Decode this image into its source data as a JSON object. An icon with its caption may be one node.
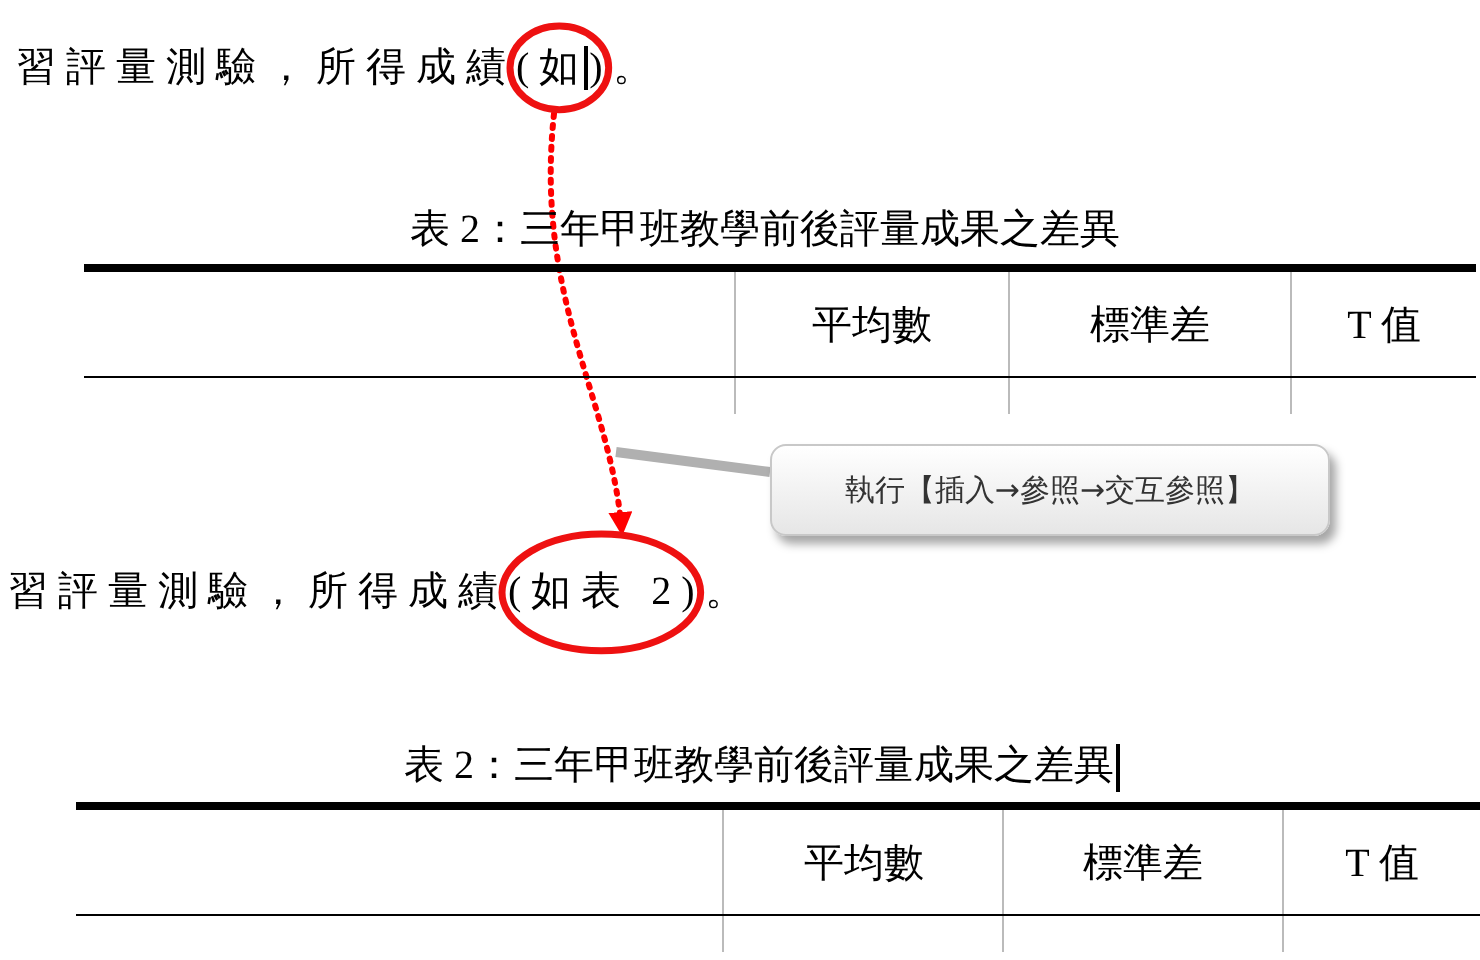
{
  "diagram": {
    "nodes": [
      {
        "text": [],
        "shape": "circle"
      },
      {
        "text": [
          "執行【插入→參照→交互參照】"
        ]
      },
      {
        "text": [],
        "shape": "circle"
      }
    ],
    "edges": [
      {
        "from": 0,
        "to": 2,
        "arrow": "to",
        "style": "dashed",
        "color": "#ff0000"
      },
      {
        "from": 1,
        "to": null,
        "arrow": "none",
        "color": "#b0b0b0"
      }
    ],
    "labels": [
      "習評量測驗，所得成績(如)。",
      "表 2：三年甲班教學前後評量成果之差異",
      "平均數",
      "標準差",
      "T 值",
      "習評量測驗，所得成績(如表 2)。",
      "表 2：三年甲班教學前後評量成果之差異",
      "平均數",
      "標準差",
      "T 值"
    ]
  }
}
